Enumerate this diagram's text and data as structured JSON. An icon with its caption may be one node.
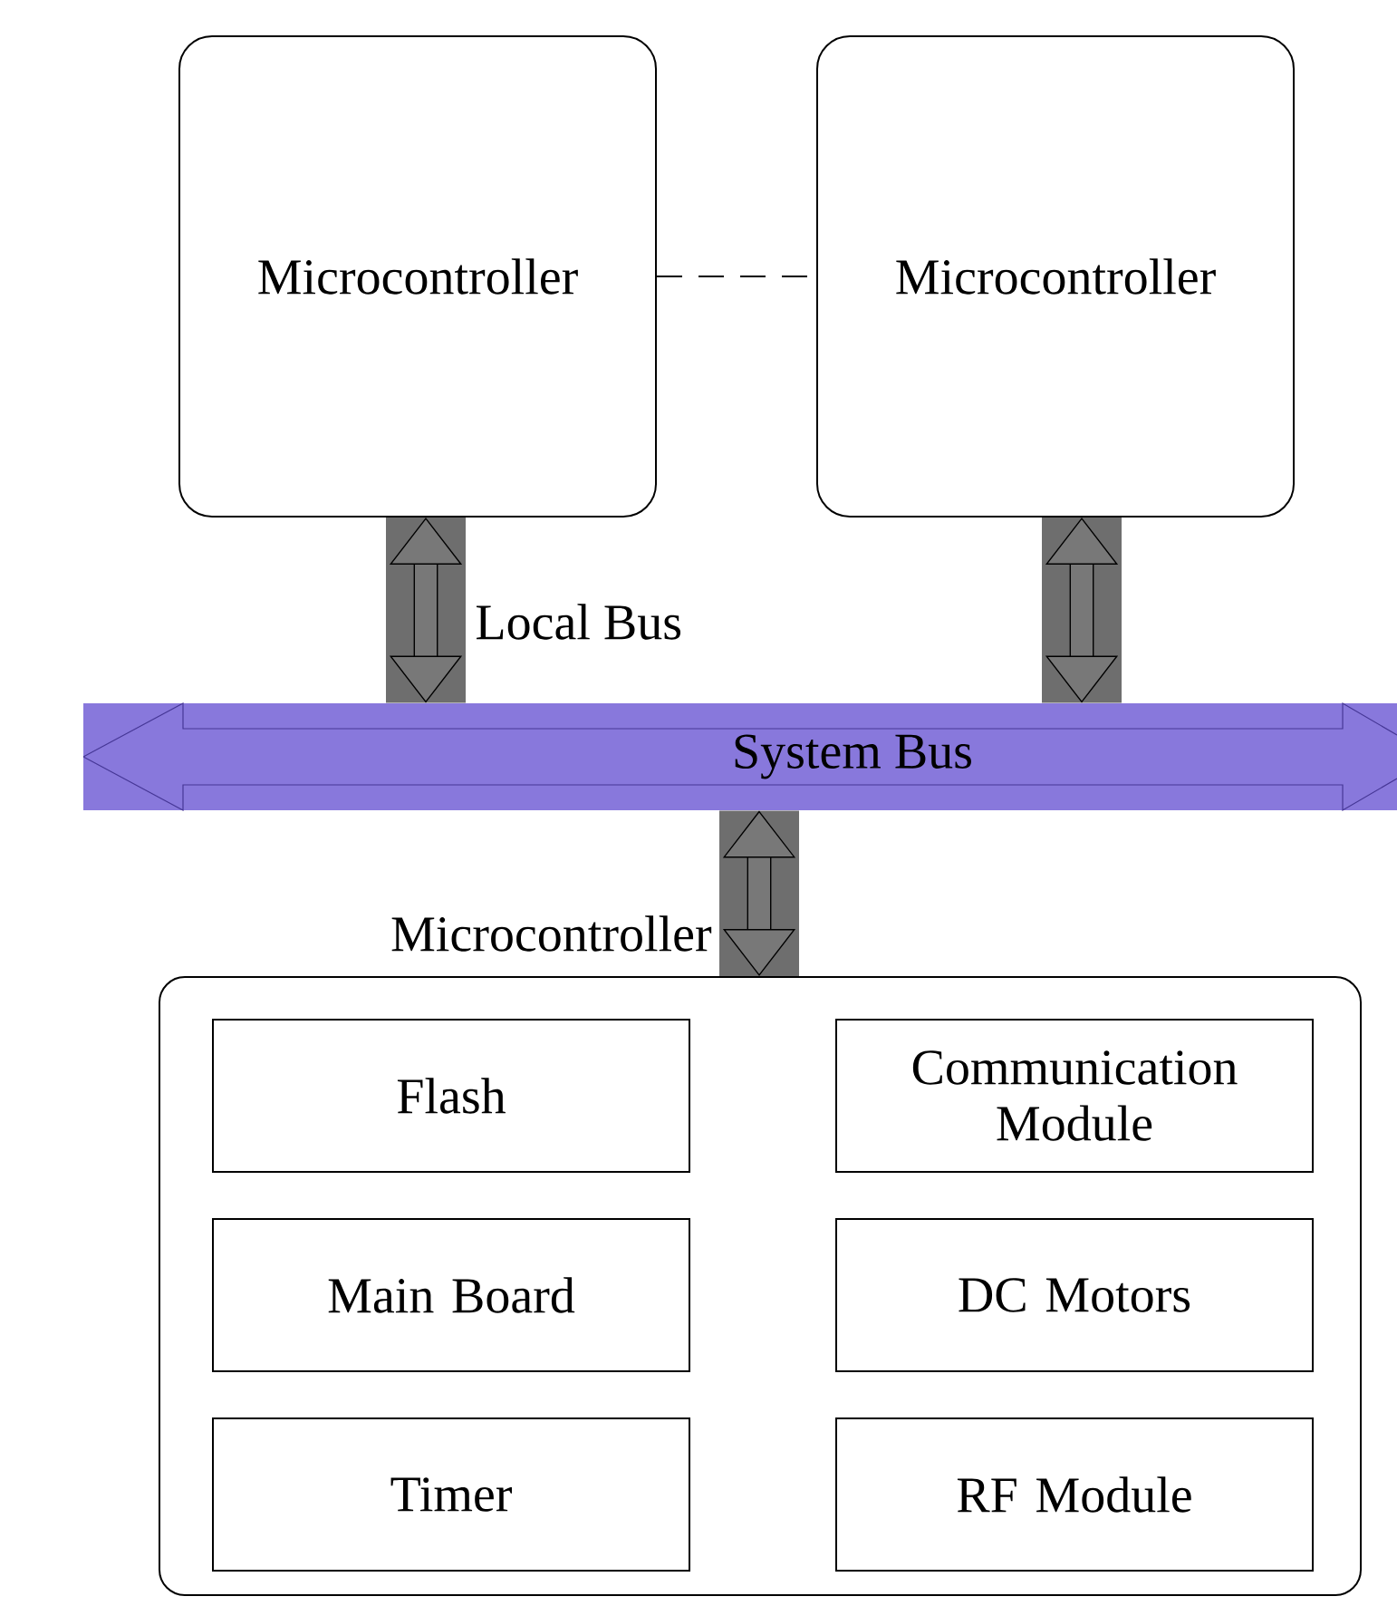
{
  "diagram": {
    "nodes": [
      {
        "text": [
          "Microcontroller"
        ]
      },
      {
        "text": [
          "Microcontroller"
        ]
      },
      {
        "text": [
          "System Bus"
        ]
      },
      {
        "text": [
          "Microcontroller"
        ]
      },
      {
        "text": [
          "Flash"
        ],
        "in": 3
      },
      {
        "text": [
          "Communication Module"
        ],
        "in": 3
      },
      {
        "text": [
          "Main Board"
        ],
        "in": 3
      },
      {
        "text": [
          "DC Motors"
        ],
        "in": 3
      },
      {
        "text": [
          "Timer"
        ],
        "in": 3
      },
      {
        "text": [
          "RF Module"
        ],
        "in": 3
      }
    ],
    "edges": [
      {
        "from": 0,
        "to": 1,
        "arrow": "none",
        "style": "dashed",
        "color": "#000000"
      },
      {
        "from": 0,
        "to": 2,
        "arrow": "both",
        "label": "Local Bus"
      },
      {
        "from": 1,
        "to": 2,
        "arrow": "both"
      },
      {
        "from": 2,
        "to": 3,
        "arrow": "both"
      }
    ]
  }
}
